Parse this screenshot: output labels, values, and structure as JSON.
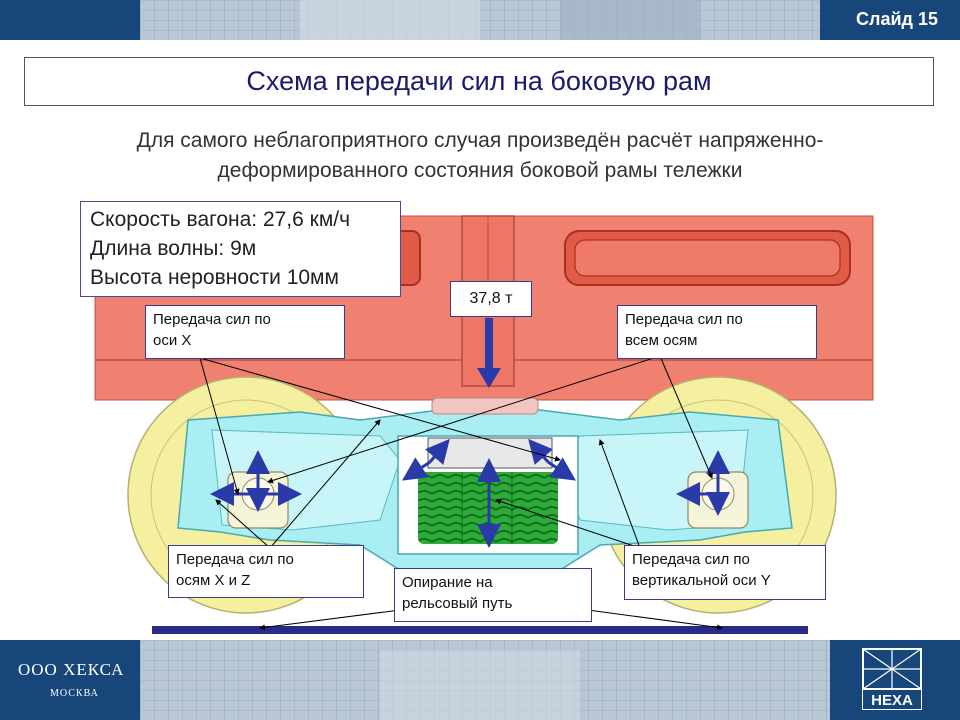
{
  "header": {
    "slide_label": "Слайд 15"
  },
  "title": "Схема передачи сил на боковую рам",
  "subtitle_lines": [
    "Для самого неблагоприятного случая произведён расчёт напряженно-",
    "деформированного состояния боковой рамы тележки"
  ],
  "parameters": {
    "speed": "Скорость вагона: 27,6 км/ч",
    "wavelength": "Длина волны: 9м",
    "roughness": "Высота неровности 10мм"
  },
  "force": {
    "label": "37,8 т"
  },
  "callouts": {
    "x_axis": [
      "Передача сил по",
      "оси X"
    ],
    "all_axes": [
      "Передача сил по",
      "всем осям"
    ],
    "xz_axes": [
      "Передача сил по",
      "осям X и Z"
    ],
    "rail_support": [
      "Опирание на",
      "рельсовый путь"
    ],
    "y_axis": [
      "Передача сил по",
      "вертикальной оси Y"
    ]
  },
  "footer": {
    "company": "ООО ХЕКСА",
    "city": "МОСКВА",
    "logo_text": "HEXA"
  },
  "colors": {
    "banner": "#1f4e79",
    "car_body": "#f08070",
    "wheel": "#f5f0a0",
    "frame": "#a8eef2",
    "spring": "#2eaa3a",
    "arrow": "#2a3aa8",
    "rail": "#2a2a8a"
  }
}
